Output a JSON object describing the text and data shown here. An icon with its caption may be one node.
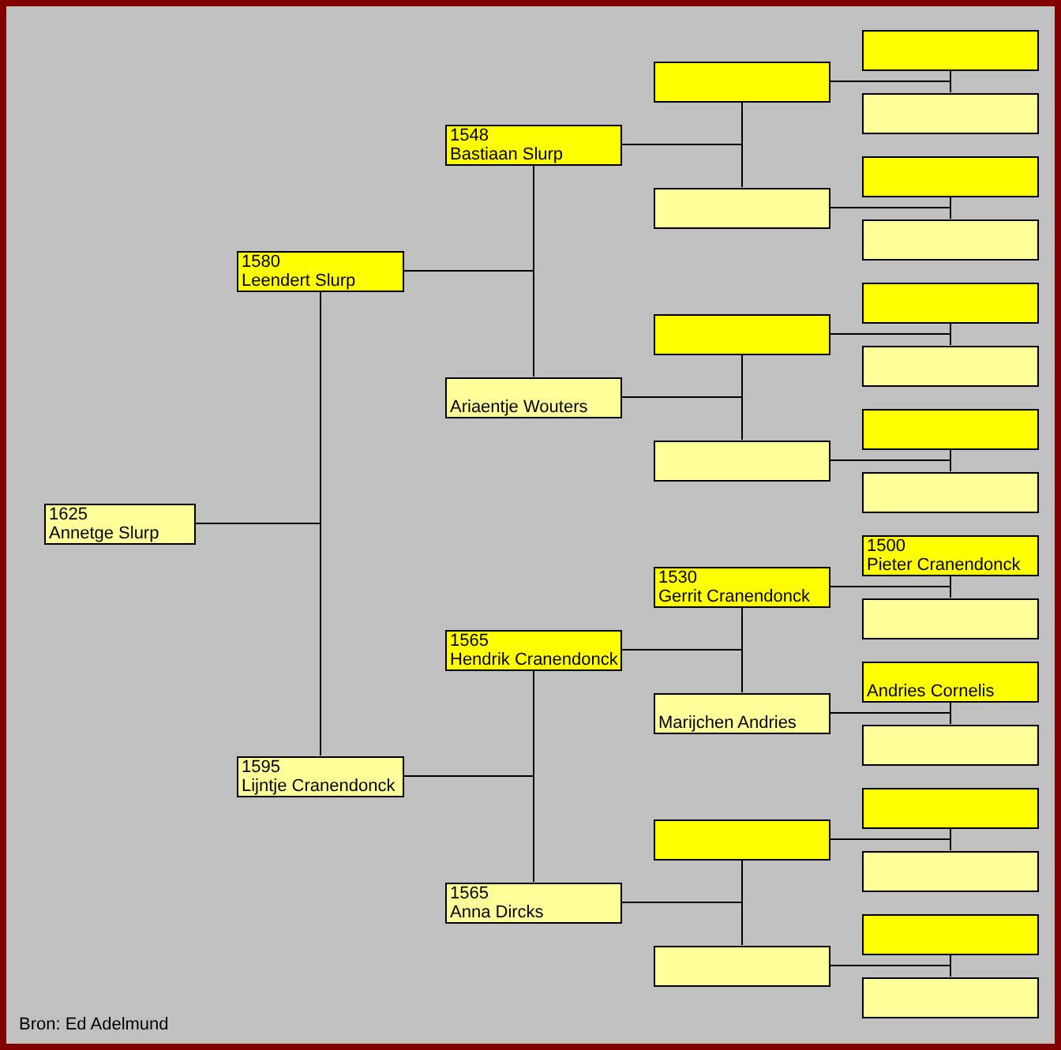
{
  "diagram": {
    "nodes": [
      {
        "text": [
          "1625",
          "Annetge Slurp"
        ]
      },
      {
        "text": [
          "1580",
          "Leendert Slurp"
        ]
      },
      {
        "text": [
          "1595",
          "Lijntje Cranendonck"
        ]
      },
      {
        "text": [
          "1548",
          "Bastiaan Slurp"
        ]
      },
      {
        "text": [
          "Ariaentje Wouters"
        ]
      },
      {
        "text": [
          "1565",
          "Hendrik Cranendonck"
        ]
      },
      {
        "text": [
          "1565",
          "Anna Dircks"
        ]
      },
      {
        "text": [],
        "shape": "box"
      },
      {
        "text": [],
        "shape": "box"
      },
      {
        "text": [],
        "shape": "box"
      },
      {
        "text": [],
        "shape": "box"
      },
      {
        "text": [
          "1530",
          "Gerrit Cranendonck"
        ]
      },
      {
        "text": [
          "Marijchen Andries"
        ]
      },
      {
        "text": [],
        "shape": "box"
      },
      {
        "text": [],
        "shape": "box"
      },
      {
        "text": [],
        "shape": "box"
      },
      {
        "text": [],
        "shape": "box"
      },
      {
        "text": [],
        "shape": "box"
      },
      {
        "text": [],
        "shape": "box"
      },
      {
        "text": [],
        "shape": "box"
      },
      {
        "text": [],
        "shape": "box"
      },
      {
        "text": [],
        "shape": "box"
      },
      {
        "text": [],
        "shape": "box"
      },
      {
        "text": [
          "1500",
          "Pieter Cranendonck"
        ]
      },
      {
        "text": [],
        "shape": "box"
      },
      {
        "text": [
          "Andries Cornelis"
        ]
      },
      {
        "text": [],
        "shape": "box"
      },
      {
        "text": [],
        "shape": "box"
      },
      {
        "text": [],
        "shape": "box"
      },
      {
        "text": [],
        "shape": "box"
      },
      {
        "text": [],
        "shape": "box"
      }
    ],
    "edges": [
      {
        "from": 0,
        "to": 1,
        "arrow": "none"
      },
      {
        "from": 0,
        "to": 2,
        "arrow": "none"
      },
      {
        "from": 1,
        "to": 3,
        "arrow": "none"
      },
      {
        "from": 1,
        "to": 4,
        "arrow": "none"
      },
      {
        "from": 2,
        "to": 5,
        "arrow": "none"
      },
      {
        "from": 2,
        "to": 6,
        "arrow": "none"
      },
      {
        "from": 3,
        "to": 7,
        "arrow": "none"
      },
      {
        "from": 3,
        "to": 8,
        "arrow": "none"
      },
      {
        "from": 4,
        "to": 9,
        "arrow": "none"
      },
      {
        "from": 4,
        "to": 10,
        "arrow": "none"
      },
      {
        "from": 5,
        "to": 11,
        "arrow": "none"
      },
      {
        "from": 5,
        "to": 12,
        "arrow": "none"
      },
      {
        "from": 6,
        "to": 13,
        "arrow": "none"
      },
      {
        "from": 6,
        "to": 14,
        "arrow": "none"
      },
      {
        "from": 7,
        "to": 15,
        "arrow": "none"
      },
      {
        "from": 7,
        "to": 16,
        "arrow": "none"
      },
      {
        "from": 8,
        "to": 17,
        "arrow": "none"
      },
      {
        "from": 8,
        "to": 18,
        "arrow": "none"
      },
      {
        "from": 9,
        "to": 19,
        "arrow": "none"
      },
      {
        "from": 9,
        "to": 20,
        "arrow": "none"
      },
      {
        "from": 10,
        "to": 21,
        "arrow": "none"
      },
      {
        "from": 10,
        "to": 22,
        "arrow": "none"
      },
      {
        "from": 11,
        "to": 23,
        "arrow": "none"
      },
      {
        "from": 11,
        "to": 24,
        "arrow": "none"
      },
      {
        "from": 12,
        "to": 25,
        "arrow": "none"
      },
      {
        "from": 12,
        "to": 26,
        "arrow": "none"
      },
      {
        "from": 13,
        "to": 27,
        "arrow": "none"
      },
      {
        "from": 13,
        "to": 28,
        "arrow": "none"
      },
      {
        "from": 14,
        "to": 29,
        "arrow": "none"
      },
      {
        "from": 14,
        "to": 30,
        "arrow": "none"
      }
    ],
    "labels": [
      "Bron: Ed Adelmund"
    ]
  }
}
